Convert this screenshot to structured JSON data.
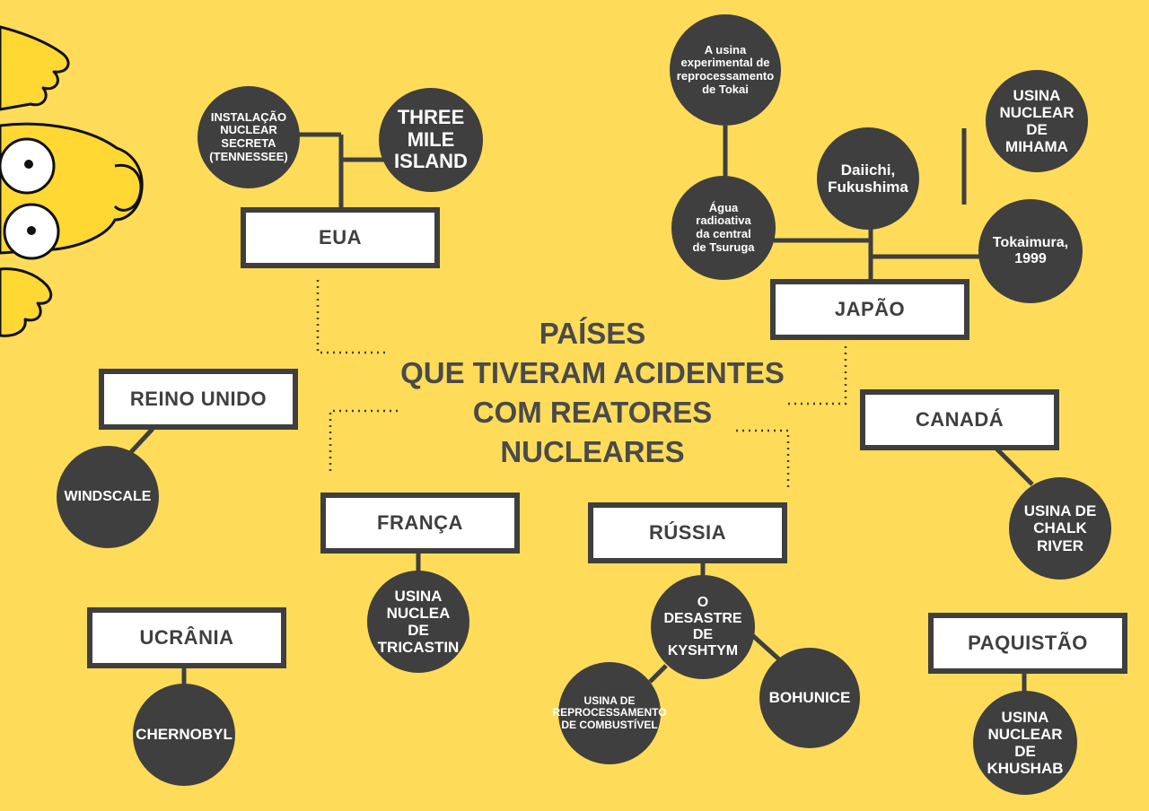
{
  "title_lines": [
    "PAÍSES",
    "QUE TIVERAM ACIDENTES",
    "COM REATORES",
    "NUCLEARES"
  ],
  "countries": {
    "eua": "EUA",
    "japao": "JAPÃO",
    "reino_unido": "REINO UNIDO",
    "canada": "CANADÁ",
    "franca": "FRANÇA",
    "russia": "RÚSSIA",
    "ucrania": "UCRÂNIA",
    "paquistao": "PAQUISTÃO"
  },
  "sites": {
    "instalacao_secreta": "INSTALAÇÃO NUCLEAR SECRETA (TENNESSEE)",
    "three_mile_island": "THREE MILE ISLAND",
    "tokai": "A usina experimental de reprocessamento de Tokai",
    "mihama": "USINA NUCLEAR DE MIHAMA",
    "fukushima": "Daiichi, Fukushima",
    "tsuruga": "Água radioativa da central de Tsuruga",
    "tokaimura": "Tokaimura, 1999",
    "windscale": "WINDSCALE",
    "chalk_river": "USINA DE CHALK RIVER",
    "tricastin": "USINA NUCLEA DE TRICASTIN",
    "kyshtym": "O DESASTRE DE KYSHTYM",
    "reprocessamento": "USINA DE REPROCESSAMENTO DE COMBUSTÍVEL",
    "bohunice": "BOHUNICE",
    "chernobyl": "CHERNOBYL",
    "khushab": "USINA NUCLEAR DE KHUSHAB"
  },
  "colors": {
    "background": "#fedc5a",
    "node": "#3f3f3f",
    "box_fill": "#ffffff",
    "mascot": "#ffd834"
  }
}
